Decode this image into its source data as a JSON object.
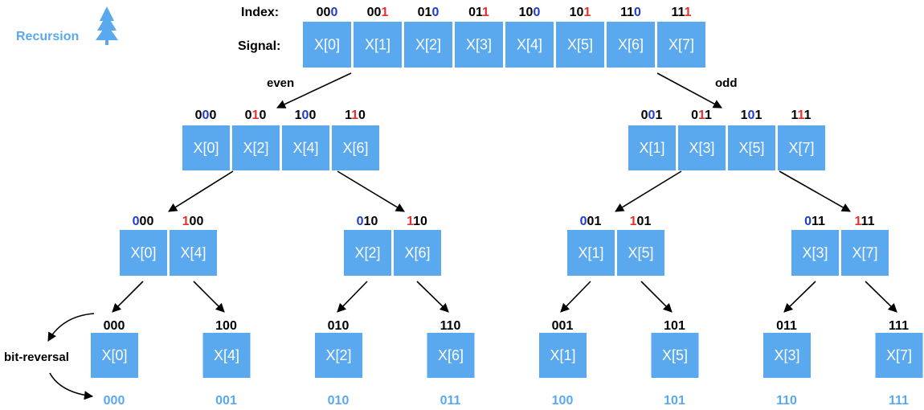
{
  "colors": {
    "box": "#5aa9ef",
    "blue_bit": "#1f3ccf",
    "red_bit": "#e4312b",
    "reversed": "#5aa9ef"
  },
  "header": {
    "recursion_label": "Recursion",
    "index_label": "Index:",
    "signal_label": "Signal:"
  },
  "branch_labels": {
    "even": "even",
    "odd": "odd"
  },
  "bit_reversal_label": "bit-reversal",
  "icons": {
    "recursion": "tree-icon"
  },
  "level0": {
    "indices": [
      "000",
      "001",
      "010",
      "011",
      "100",
      "101",
      "110",
      "111"
    ],
    "cells": [
      "X[0]",
      "X[1]",
      "X[2]",
      "X[3]",
      "X[4]",
      "X[5]",
      "X[6]",
      "X[7]"
    ]
  },
  "level1": [
    {
      "indices": [
        "000",
        "010",
        "100",
        "110"
      ],
      "cells": [
        "X[0]",
        "X[2]",
        "X[4]",
        "X[6]"
      ]
    },
    {
      "indices": [
        "001",
        "011",
        "101",
        "111"
      ],
      "cells": [
        "X[1]",
        "X[3]",
        "X[5]",
        "X[7]"
      ]
    }
  ],
  "level2": [
    {
      "indices": [
        "000",
        "100"
      ],
      "cells": [
        "X[0]",
        "X[4]"
      ]
    },
    {
      "indices": [
        "010",
        "110"
      ],
      "cells": [
        "X[2]",
        "X[6]"
      ]
    },
    {
      "indices": [
        "001",
        "101"
      ],
      "cells": [
        "X[1]",
        "X[5]"
      ]
    },
    {
      "indices": [
        "011",
        "111"
      ],
      "cells": [
        "X[3]",
        "X[7]"
      ]
    }
  ],
  "level3": {
    "indices": [
      "000",
      "100",
      "010",
      "110",
      "001",
      "101",
      "011",
      "111"
    ],
    "cells": [
      "X[0]",
      "X[4]",
      "X[2]",
      "X[6]",
      "X[1]",
      "X[5]",
      "X[3]",
      "X[7]"
    ],
    "reversed": [
      "000",
      "001",
      "010",
      "011",
      "100",
      "101",
      "110",
      "111"
    ]
  }
}
